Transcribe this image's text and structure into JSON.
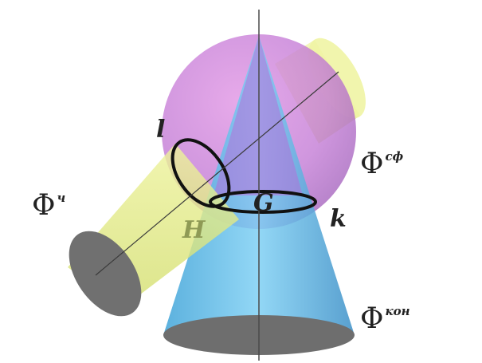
{
  "labels": {
    "l": "l",
    "G": "G",
    "H": "H",
    "k": "k",
    "phi_cyl": "Φ",
    "phi_cyl_sup": "ч",
    "phi_sph": "Φ",
    "phi_sph_sup": "сф",
    "phi_cone": "Φ",
    "phi_cone_sup": "кон"
  },
  "colors": {
    "background": "#ffffff",
    "sphere": "#c77ad6",
    "cylinder": "#e4ec8a",
    "cylinder_base": "#6f6f6f",
    "cone": "#57b6e8",
    "cone_base": "#707070",
    "axis": "#4a4a4a",
    "section_line": "#111111"
  }
}
